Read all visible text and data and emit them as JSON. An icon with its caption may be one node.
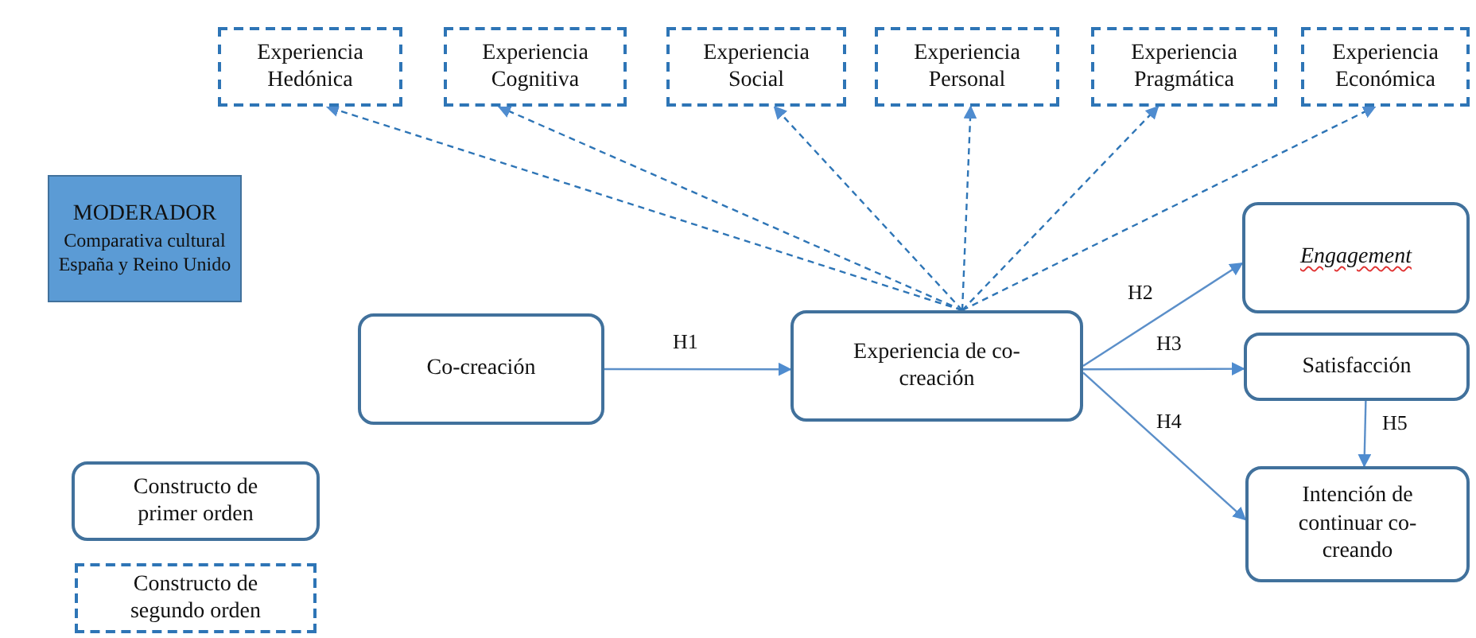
{
  "diagram": {
    "nodes": [
      {
        "text": [
          "Experiencia Hedónica"
        ]
      },
      {
        "text": [
          "Experiencia Cognitiva"
        ]
      },
      {
        "text": [
          "Experiencia Social"
        ]
      },
      {
        "text": [
          "Experiencia Personal"
        ]
      },
      {
        "text": [
          "Experiencia Pragmática"
        ]
      },
      {
        "text": [
          "Experiencia Económica"
        ]
      },
      {
        "text": [
          "MODERADOR",
          "Comparativa cultural España y Reino Unido"
        ]
      },
      {
        "text": [
          "Co-creación"
        ]
      },
      {
        "text": [
          "Experiencia de co-creación"
        ]
      },
      {
        "text": [
          "Engagement"
        ]
      },
      {
        "text": [
          "Satisfacción"
        ]
      },
      {
        "text": [
          "Intención de continuar co-creando"
        ]
      },
      {
        "text": [
          "Constructo de primer orden"
        ]
      },
      {
        "text": [
          "Constructo de segundo orden"
        ]
      }
    ],
    "edges": [
      {
        "from": 8,
        "to": 0,
        "arrow": "to",
        "style": "dashed"
      },
      {
        "from": 8,
        "to": 1,
        "arrow": "to",
        "style": "dashed"
      },
      {
        "from": 8,
        "to": 2,
        "arrow": "to",
        "style": "dashed"
      },
      {
        "from": 8,
        "to": 3,
        "arrow": "to",
        "style": "dashed"
      },
      {
        "from": 8,
        "to": 4,
        "arrow": "to",
        "style": "dashed"
      },
      {
        "from": 8,
        "to": 5,
        "arrow": "to",
        "style": "dashed"
      },
      {
        "from": 7,
        "to": 8,
        "arrow": "to",
        "label": "H1"
      },
      {
        "from": 8,
        "to": 9,
        "arrow": "to",
        "label": "H2"
      },
      {
        "from": 8,
        "to": 10,
        "arrow": "to",
        "label": "H3"
      },
      {
        "from": 8,
        "to": 11,
        "arrow": "to",
        "label": "H4"
      },
      {
        "from": 10,
        "to": 11,
        "arrow": "to",
        "label": "H5"
      }
    ]
  }
}
